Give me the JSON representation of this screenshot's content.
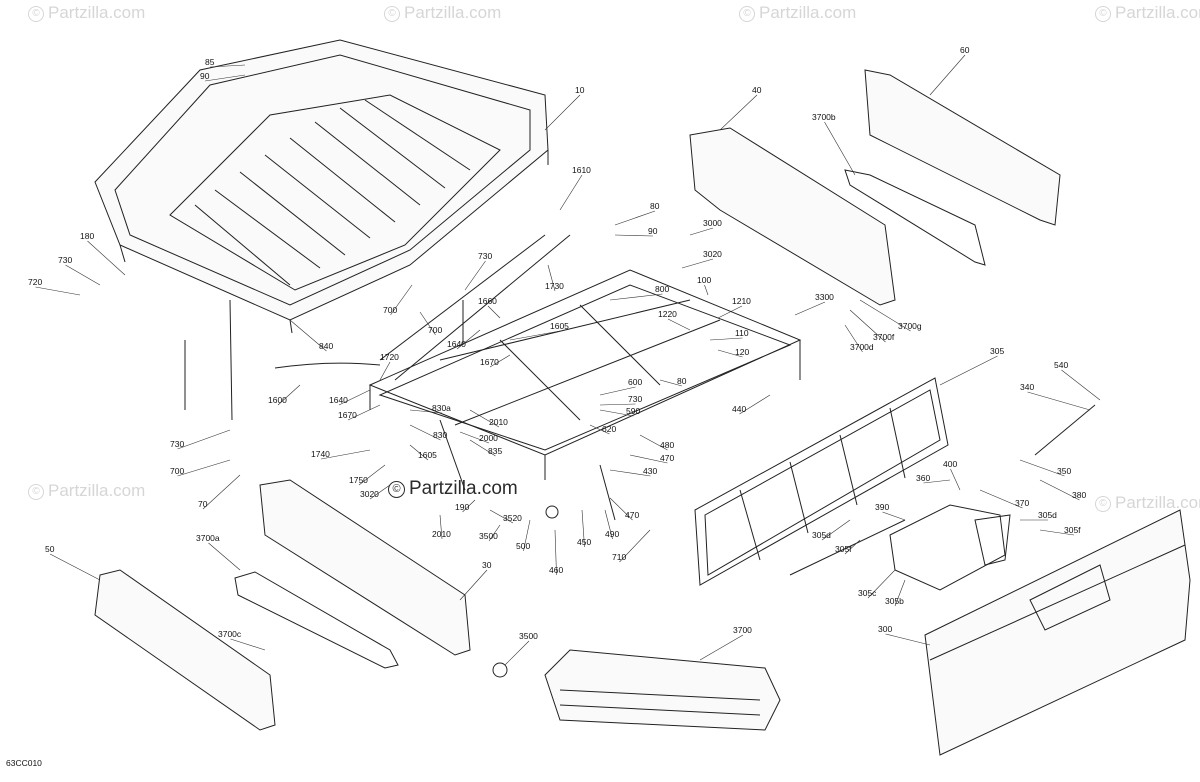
{
  "watermarks": [
    "Partzilla.com",
    "Partzilla.com",
    "Partzilla.com",
    "Partzilla.com",
    "Partzilla.com",
    "Partzilla.com"
  ],
  "center_watermark": "Partzilla.com",
  "diagram_code": "63CC010",
  "labels": [
    "10",
    "40",
    "60",
    "85",
    "90",
    "180",
    "730",
    "720",
    "1610",
    "80",
    "90",
    "3000",
    "3020",
    "3700b",
    "730",
    "700",
    "1660",
    "1640",
    "1730",
    "800",
    "100",
    "1210",
    "3300",
    "1220",
    "1605",
    "840",
    "1720",
    "1670",
    "110",
    "120",
    "3700g",
    "3700f",
    "3700d",
    "700",
    "1600",
    "1640",
    "1670",
    "600",
    "730",
    "590",
    "620",
    "80",
    "305",
    "540",
    "340",
    "440",
    "830a",
    "830",
    "2010",
    "2000",
    "1605",
    "835",
    "480",
    "470",
    "430",
    "1740",
    "1750",
    "3020",
    "2010",
    "190",
    "3520",
    "3500",
    "500",
    "450",
    "490",
    "470",
    "460",
    "710",
    "730",
    "700",
    "70",
    "360",
    "400",
    "350",
    "370",
    "380",
    "390",
    "305d",
    "305f",
    "305d",
    "305f",
    "305c",
    "305b",
    "50",
    "3700a",
    "30",
    "3700c",
    "3500",
    "3700",
    "300"
  ]
}
